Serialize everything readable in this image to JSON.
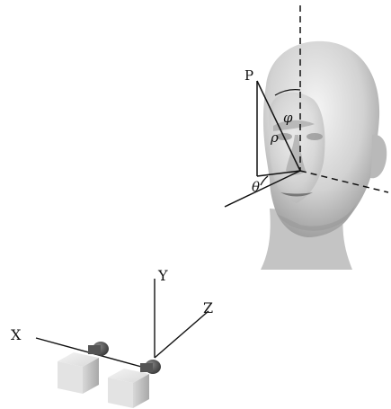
{
  "figure": {
    "labels": {
      "point": "P",
      "rho": "ρ",
      "phi": "φ",
      "theta": "θ",
      "axis_x": "X",
      "axis_y": "Y",
      "axis_z": "Z"
    },
    "colors": {
      "line": "#111111",
      "head_light": "#f2f2f2",
      "head_mid": "#c9c9c9",
      "head_dark": "#8a8a8a",
      "camera_body_light": "#eaeaea",
      "camera_body_dark": "#b8b8b8",
      "camera_lens": "#4a4a4a"
    }
  }
}
